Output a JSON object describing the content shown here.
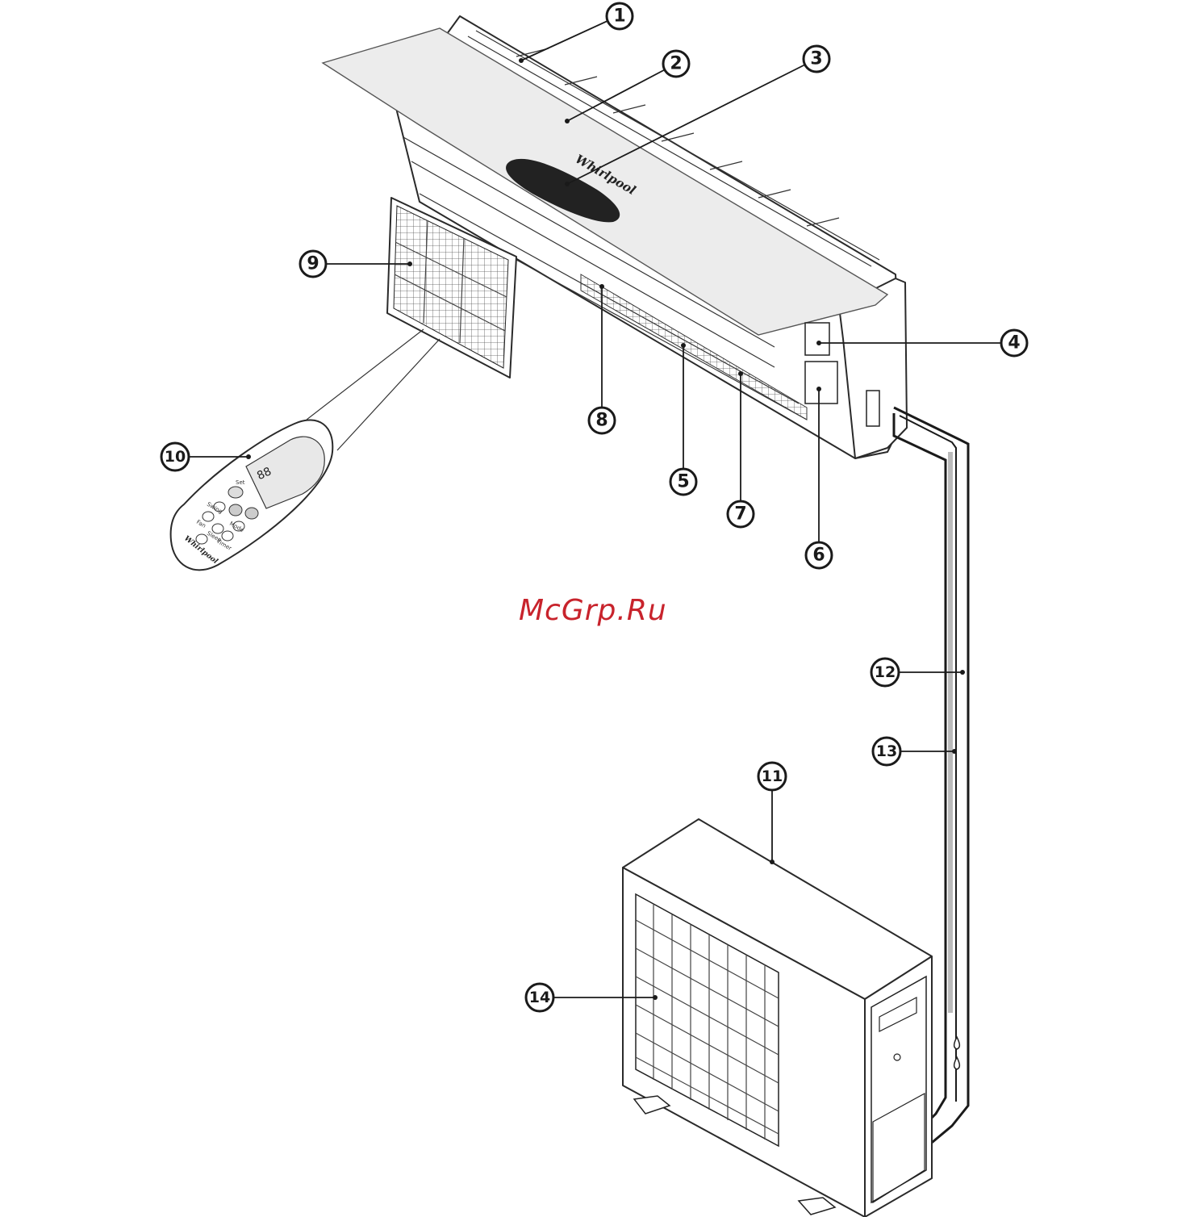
{
  "brand_text": "Whirlpool",
  "watermark_text": "McGrp.Ru",
  "remote": {
    "display_digits": "88",
    "button_labels": [
      "Set",
      "Swing",
      "Fan",
      "Sleep",
      "Mode",
      "Timer"
    ]
  },
  "callouts": [
    "1",
    "2",
    "3",
    "4",
    "5",
    "6",
    "7",
    "8",
    "9",
    "10",
    "11",
    "12",
    "13",
    "14"
  ],
  "colors": {
    "line": "#1a1a1a",
    "watermark": "#c8232c",
    "panel_shade": "#e6e6e6"
  }
}
